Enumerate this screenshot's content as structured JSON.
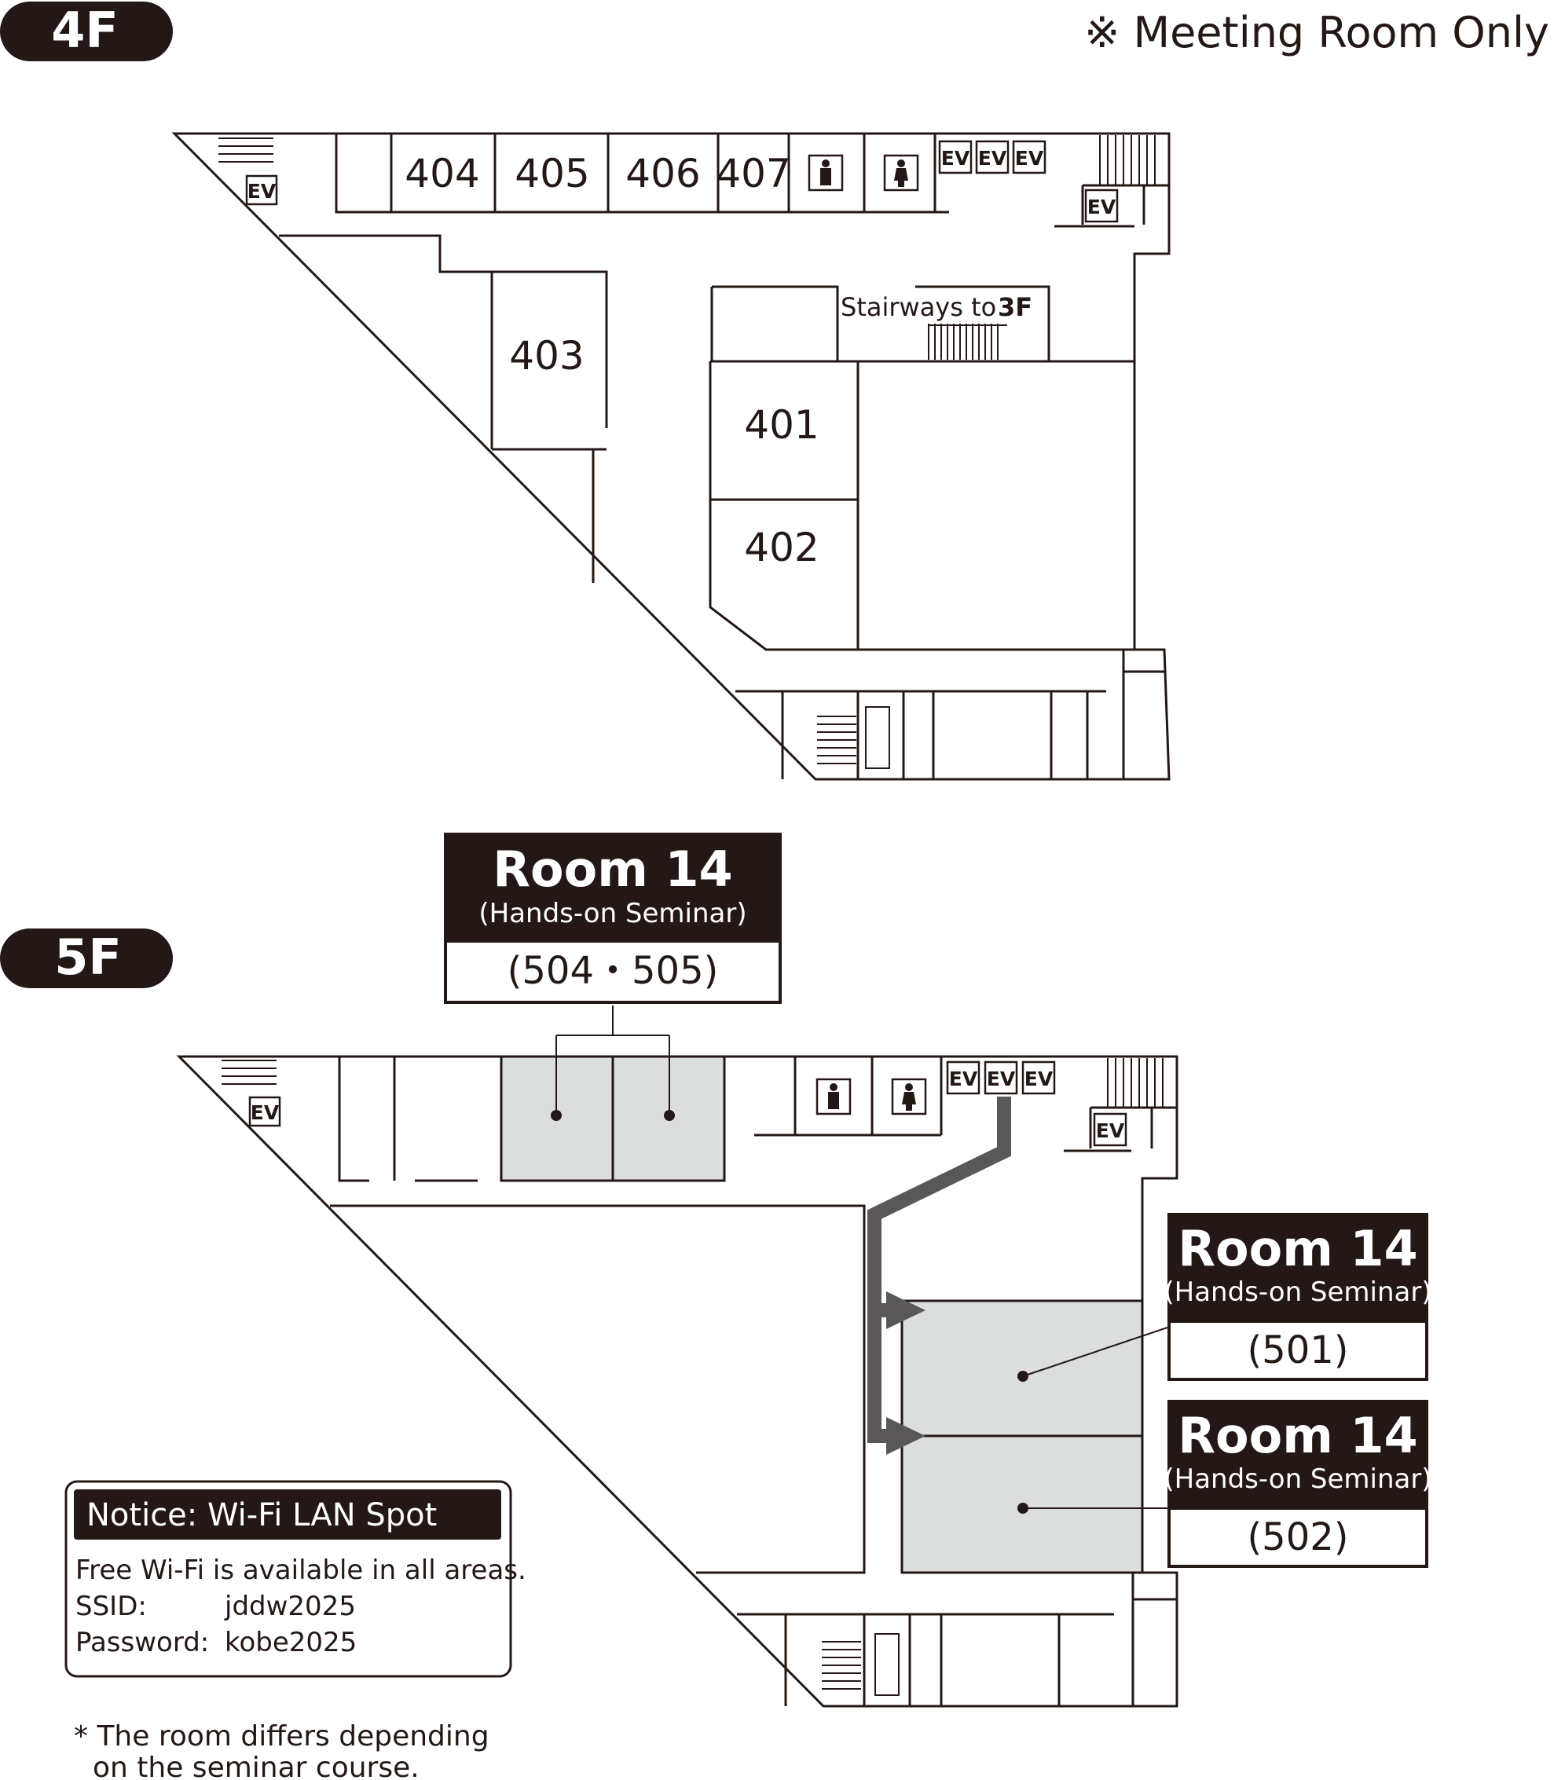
{
  "floor4": {
    "label": "4F",
    "meeting_note": "※ Meeting Room Only",
    "rooms": [
      "404",
      "405",
      "406",
      "407",
      "403",
      "401",
      "402"
    ],
    "stairs_label": "Stairways to",
    "stairs_floor": "3F",
    "elevator_label": "EV"
  },
  "floor5": {
    "label": "5F",
    "elevator_label": "EV",
    "callout_top": {
      "title": "Room 14",
      "subtitle": "(Hands-on Seminar)",
      "rooms": "(504・505)"
    },
    "callout_501": {
      "title": "Room 14",
      "subtitle": "(Hands-on Seminar)",
      "rooms": "(501)"
    },
    "callout_502": {
      "title": "Room 14",
      "subtitle": "(Hands-on Seminar)",
      "rooms": "(502)"
    }
  },
  "notice": {
    "title": "Notice: Wi-Fi LAN Spot",
    "line1": "Free Wi-Fi is available in all areas.",
    "ssid_label": "SSID:",
    "ssid_value": "jddw2025",
    "password_label": "Password:",
    "password_value": "kobe2025"
  },
  "footnote": {
    "line1": "* The room differs depending",
    "line2": "on the seminar course."
  },
  "icons": [
    "restroom-men-icon",
    "restroom-women-icon",
    "elevator-icon",
    "stairs-icon",
    "route-arrow-icon"
  ],
  "colors": {
    "ink": "#231815",
    "highlight": "#dcdddd",
    "route": "#595757"
  }
}
